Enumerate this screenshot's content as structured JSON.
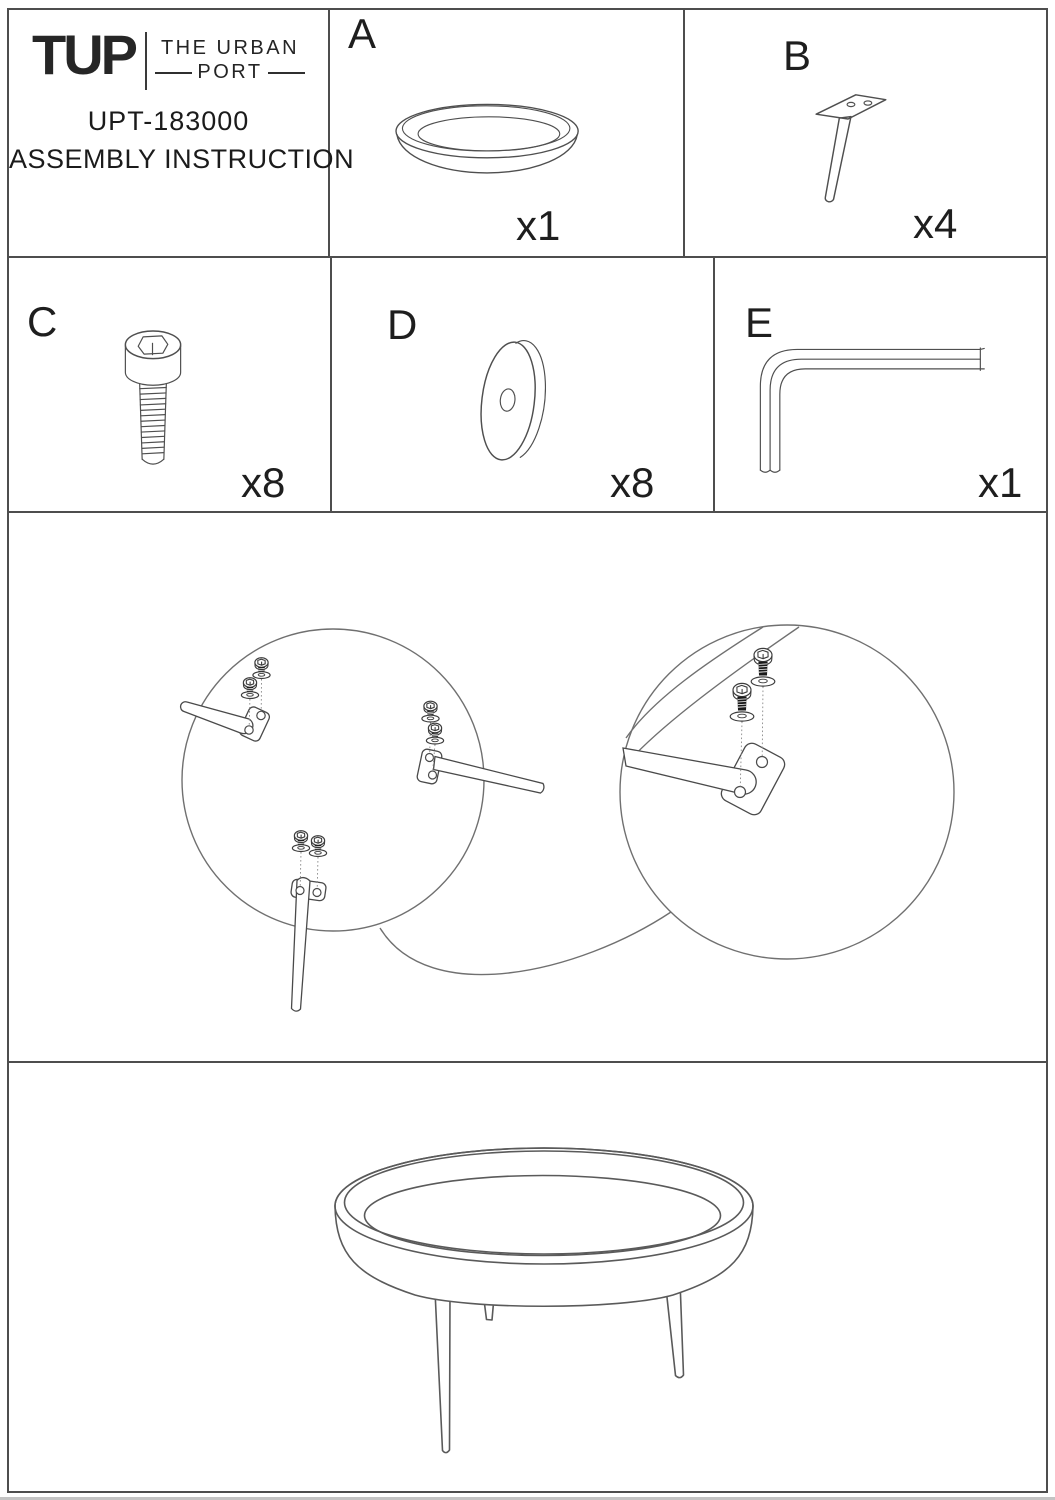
{
  "header": {
    "brand": {
      "logo": "TUP",
      "name_line1": "THE URBAN",
      "name_line2": "PORT"
    },
    "model": "UPT-183000",
    "title": "ASSEMBLY INSTRUCTION"
  },
  "parts": [
    {
      "id": "A",
      "qty": "x1",
      "item": "round-bowl-tabletop"
    },
    {
      "id": "B",
      "qty": "x4",
      "item": "metal-leg-with-mounting-plate"
    },
    {
      "id": "C",
      "qty": "x8",
      "item": "hex-socket-cap-screw"
    },
    {
      "id": "D",
      "qty": "x8",
      "item": "washer"
    },
    {
      "id": "E",
      "qty": "x1",
      "item": "allen-key"
    }
  ]
}
